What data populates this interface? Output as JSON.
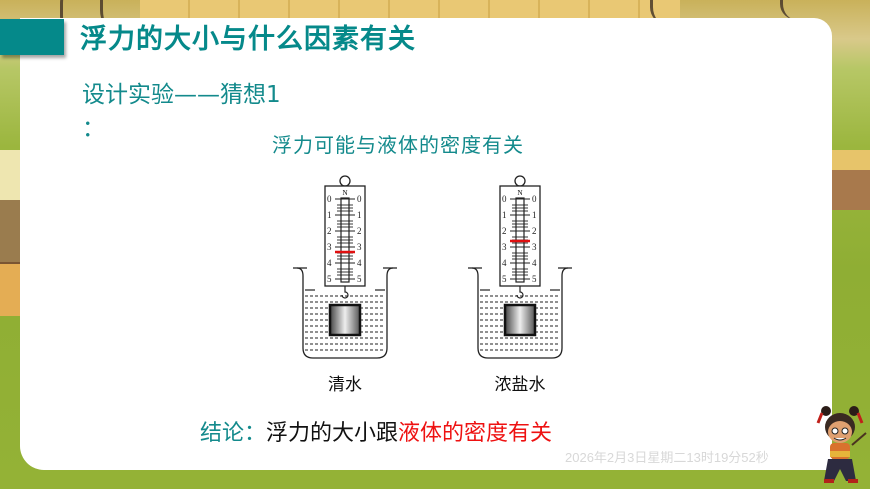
{
  "slide": {
    "title": "浮力的大小与什么因素有关",
    "subtitle": "设计实验——猜想1",
    "subtitle_colon": "：",
    "hypothesis": "浮力可能与液体的密度有关",
    "experiments": [
      {
        "liquid_label": "清水",
        "scale_unit": "N",
        "scale_ticks": [
          "0",
          "1",
          "2",
          "3",
          "4",
          "5"
        ],
        "pointer_reading": 3
      },
      {
        "liquid_label": "浓盐水",
        "scale_unit": "N",
        "scale_ticks": [
          "0",
          "1",
          "2",
          "3",
          "4",
          "5"
        ],
        "pointer_reading": 2.6
      }
    ],
    "conclusion": {
      "label": "结论：",
      "body": "浮力的大小跟",
      "highlight": "液体的密度有关"
    },
    "timestamp": "2026年2月3日星期二13时19分52秒"
  },
  "colors": {
    "accent_teal": "#05898a",
    "highlight_red": "#ee1111",
    "pointer_red": "#e01010",
    "background_green": "#8fae34"
  },
  "icons": {
    "mascot": "cartoon-character-mascot"
  }
}
